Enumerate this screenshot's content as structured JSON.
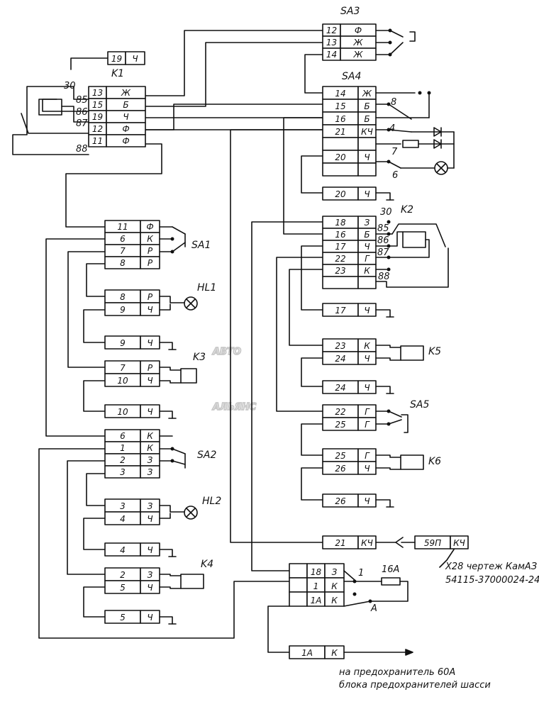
{
  "labels": {
    "k1": "K1",
    "k2": "K2",
    "k3": "K3",
    "k4": "K4",
    "k5": "K5",
    "k6": "K6",
    "sa1": "SA1",
    "sa2": "SA2",
    "sa3": "SA3",
    "sa4": "SA4",
    "sa5": "SA5",
    "hl1": "HL1",
    "hl2": "HL2",
    "pin30": "30",
    "pin85": "85",
    "pin86": "86",
    "pin87": "87",
    "pin88": "88",
    "sw1": "1",
    "sw4": "4",
    "sw6": "6",
    "sw7": "7",
    "sw8": "8",
    "swA": "A",
    "fuse": "16A"
  },
  "notes": {
    "x28_line1": "X28 чертеж КамАЗ",
    "x28_line2": "54115-37000024-24",
    "fuse_line1": "на предохранитель 60А",
    "fuse_line2": "блока предохранителей шасси"
  },
  "watermark": {
    "line1": "АВТО",
    "line2": "АЛЬЯНС"
  },
  "connectors": {
    "c19": [
      [
        "19",
        "Ч"
      ]
    ],
    "k1": [
      [
        "13",
        "Ж"
      ],
      [
        "15",
        "Б"
      ],
      [
        "19",
        "Ч"
      ],
      [
        "12",
        "Ф"
      ],
      [
        "11",
        "Ф"
      ]
    ],
    "sa3": [
      [
        "12",
        "Ф"
      ],
      [
        "13",
        "Ж"
      ],
      [
        "14",
        "Ж"
      ]
    ],
    "sa4": [
      [
        "14",
        "Ж"
      ],
      [
        "15",
        "Б"
      ],
      [
        "16",
        "Б"
      ],
      [
        "21",
        "КЧ"
      ],
      [
        "",
        ""
      ],
      [
        "20",
        "Ч"
      ],
      [
        "",
        ""
      ]
    ],
    "c20": [
      [
        "20",
        "Ч"
      ]
    ],
    "k2": [
      [
        "18",
        "З"
      ],
      [
        "16",
        "Б"
      ],
      [
        "17",
        "Ч"
      ],
      [
        "22",
        "Г"
      ],
      [
        "23",
        "К"
      ],
      [
        "",
        ""
      ]
    ],
    "c17": [
      [
        "17",
        "Ч"
      ]
    ],
    "k5": [
      [
        "23",
        "К"
      ],
      [
        "24",
        "Ч"
      ]
    ],
    "c24": [
      [
        "24",
        "Ч"
      ]
    ],
    "sa5": [
      [
        "22",
        "Г"
      ],
      [
        "25",
        "Г"
      ]
    ],
    "k6": [
      [
        "25",
        "Г"
      ],
      [
        "26",
        "Ч"
      ]
    ],
    "c26": [
      [
        "26",
        "Ч"
      ]
    ],
    "c21": [
      [
        "21",
        "КЧ"
      ]
    ],
    "x28": [
      [
        "59П",
        "КЧ"
      ]
    ],
    "sa1": [
      [
        "11",
        "Ф"
      ],
      [
        "6",
        "К"
      ],
      [
        "7",
        "Р"
      ],
      [
        "8",
        "Р"
      ]
    ],
    "hl1": [
      [
        "8",
        "Р"
      ],
      [
        "9",
        "Ч"
      ]
    ],
    "c9": [
      [
        "9",
        "Ч"
      ]
    ],
    "k3": [
      [
        "7",
        "Р"
      ],
      [
        "10",
        "Ч"
      ]
    ],
    "c10": [
      [
        "10",
        "Ч"
      ]
    ],
    "sa2": [
      [
        "6",
        "К"
      ],
      [
        "1",
        "К"
      ],
      [
        "2",
        "З"
      ],
      [
        "3",
        "З"
      ]
    ],
    "hl2": [
      [
        "3",
        "З"
      ],
      [
        "4",
        "Ч"
      ]
    ],
    "c4": [
      [
        "4",
        "Ч"
      ]
    ],
    "k4": [
      [
        "2",
        "З"
      ],
      [
        "5",
        "Ч"
      ]
    ],
    "c5": [
      [
        "5",
        "Ч"
      ]
    ],
    "fuseblock": [
      [
        "18",
        "З"
      ],
      [
        "1",
        "К"
      ],
      [
        "1А",
        "К"
      ]
    ],
    "c1a": [
      [
        "1А",
        "К"
      ]
    ]
  }
}
